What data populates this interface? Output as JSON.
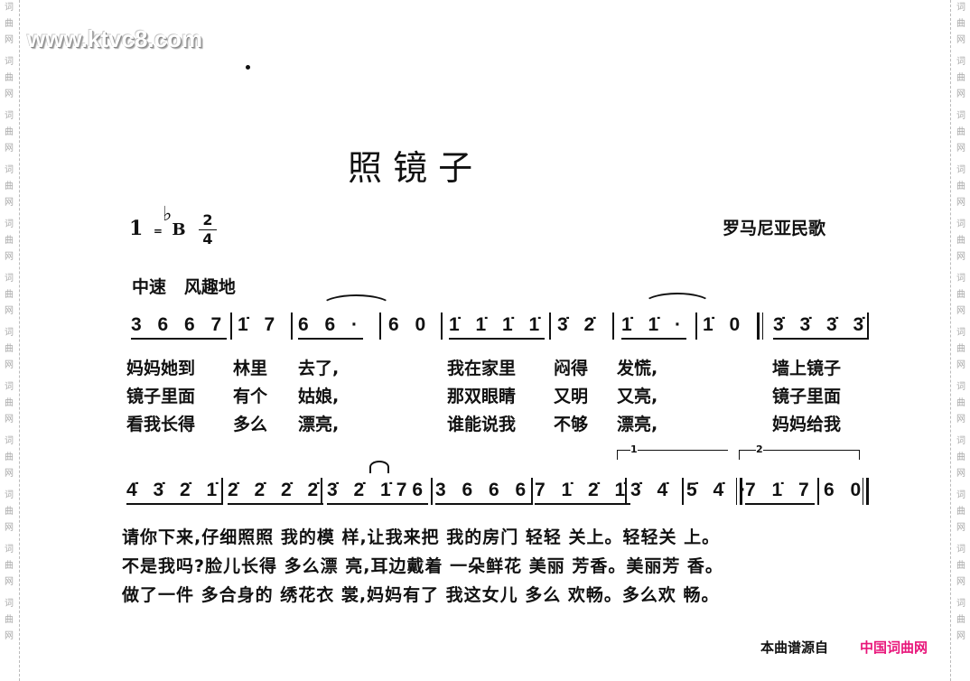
{
  "watermark": {
    "site": "www.ktvc8.com",
    "side_text": [
      "词",
      "曲",
      "网"
    ]
  },
  "title": "照  镜  子",
  "key": {
    "tonic": "1",
    "eq": "=",
    "flat": "♭",
    "note": "B",
    "time_top": "2",
    "time_bottom": "4"
  },
  "origin": "罗马尼亚民歌",
  "tempo": "中速   风趣地",
  "row1": {
    "measures": [
      "3 6 6 7",
      "1̇ 7",
      "6 6 ·",
      "6 0",
      "1̇ 1̇ 1̇ 1̇",
      "3̇ 2̇",
      "1̇ 1̇ ·",
      "1̇ 0",
      "3̇ 3̇ 3̇ 3̇"
    ],
    "lyrics": [
      [
        "妈妈她到",
        "林里",
        "去了,",
        "我在家里",
        "闷得",
        "发慌,",
        "墙上镜子"
      ],
      [
        "镜子里面",
        "有个",
        "姑娘,",
        "那双眼睛",
        "又明",
        "又亮,",
        "镜子里面"
      ],
      [
        "看我长得",
        "多么",
        "漂亮,",
        "谁能说我",
        "不够",
        "漂亮,",
        "妈妈给我"
      ]
    ]
  },
  "row2": {
    "measures": [
      "4̇ 3̇ 2̇ 1̇",
      "2̇ 2̇ 2̇ 2̇",
      "3̇ 2̇ 1̇76",
      "3 6 6 6",
      "7 1̇ 2̇ 1̇",
      "3̇ 4̇",
      "5̇ 4̇ ·",
      "7 1̇ 7",
      "6 0"
    ],
    "volta1": "1",
    "volta2": "2",
    "lyrics": [
      "请你下来,仔细照照 我的模 样,让我来把 我的房门 轻轻 关上。轻轻关 上。",
      "不是我吗?脸儿长得 多么漂 亮,耳边戴着 一朵鲜花 美丽 芳香。美丽芳 香。",
      "做了一件 多合身的 绣花衣 裳,妈妈有了 我这女儿 多么 欢畅。多么欢 畅。"
    ]
  },
  "footer": {
    "source_label": "本曲谱源自",
    "source_site": "中国词曲网",
    "site_color": "#e8157a"
  }
}
